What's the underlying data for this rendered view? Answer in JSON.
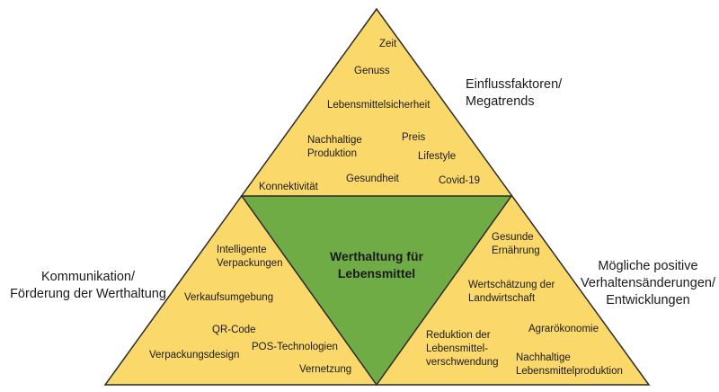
{
  "colors": {
    "yellow": "#fad86a",
    "green": "#6fac46",
    "stroke": "#2a2a2a"
  },
  "center": {
    "line1": "Werthaltung für",
    "line2": "Lebensmittel"
  },
  "top": {
    "heading": [
      "Einflussfaktoren/",
      "Megatrends"
    ],
    "items": [
      {
        "id": "zeit",
        "lines": [
          "Zeit"
        ]
      },
      {
        "id": "genuss",
        "lines": [
          "Genuss"
        ]
      },
      {
        "id": "lebensmittelsicherheit",
        "lines": [
          "Lebensmittelsicherheit"
        ]
      },
      {
        "id": "nachhaltige-produktion",
        "lines": [
          "Nachhaltige",
          "Produktion"
        ]
      },
      {
        "id": "preis",
        "lines": [
          "Preis"
        ]
      },
      {
        "id": "lifestyle",
        "lines": [
          "Lifestyle"
        ]
      },
      {
        "id": "gesundheit",
        "lines": [
          "Gesundheit"
        ]
      },
      {
        "id": "covid",
        "lines": [
          "Covid-19"
        ]
      },
      {
        "id": "konnektivitaet",
        "lines": [
          "Konnektivität"
        ]
      }
    ]
  },
  "left": {
    "heading": [
      "Kommunikation/",
      "Förderung der Werthaltung"
    ],
    "items": [
      {
        "id": "intelligente-verpackungen",
        "lines": [
          "Intelligente",
          "Verpackungen"
        ]
      },
      {
        "id": "verkaufsumgebung",
        "lines": [
          "Verkaufsumgebung"
        ]
      },
      {
        "id": "qr-code",
        "lines": [
          "QR-Code"
        ]
      },
      {
        "id": "pos-technologien",
        "lines": [
          "POS-Technologien"
        ]
      },
      {
        "id": "verpackungsdesign",
        "lines": [
          "Verpackungsdesign"
        ]
      },
      {
        "id": "vernetzung",
        "lines": [
          "Vernetzung"
        ]
      }
    ]
  },
  "right": {
    "heading": [
      "Mögliche positive",
      "Verhaltensänderungen/",
      "Entwicklungen"
    ],
    "items": [
      {
        "id": "gesunde-ernaehrung",
        "lines": [
          "Gesunde",
          "Ernährung"
        ]
      },
      {
        "id": "wertschaetzung",
        "lines": [
          "Wertschätzung der",
          "Landwirtschaft"
        ]
      },
      {
        "id": "agraroekonomie",
        "lines": [
          "Agrarökonomie"
        ]
      },
      {
        "id": "reduktion",
        "lines": [
          "Reduktion der",
          "Lebensmittel-",
          "verschwendung"
        ]
      },
      {
        "id": "nachhaltige-lebensmittelproduktion",
        "lines": [
          "Nachhaltige",
          "Lebensmittelproduktion"
        ]
      }
    ]
  }
}
